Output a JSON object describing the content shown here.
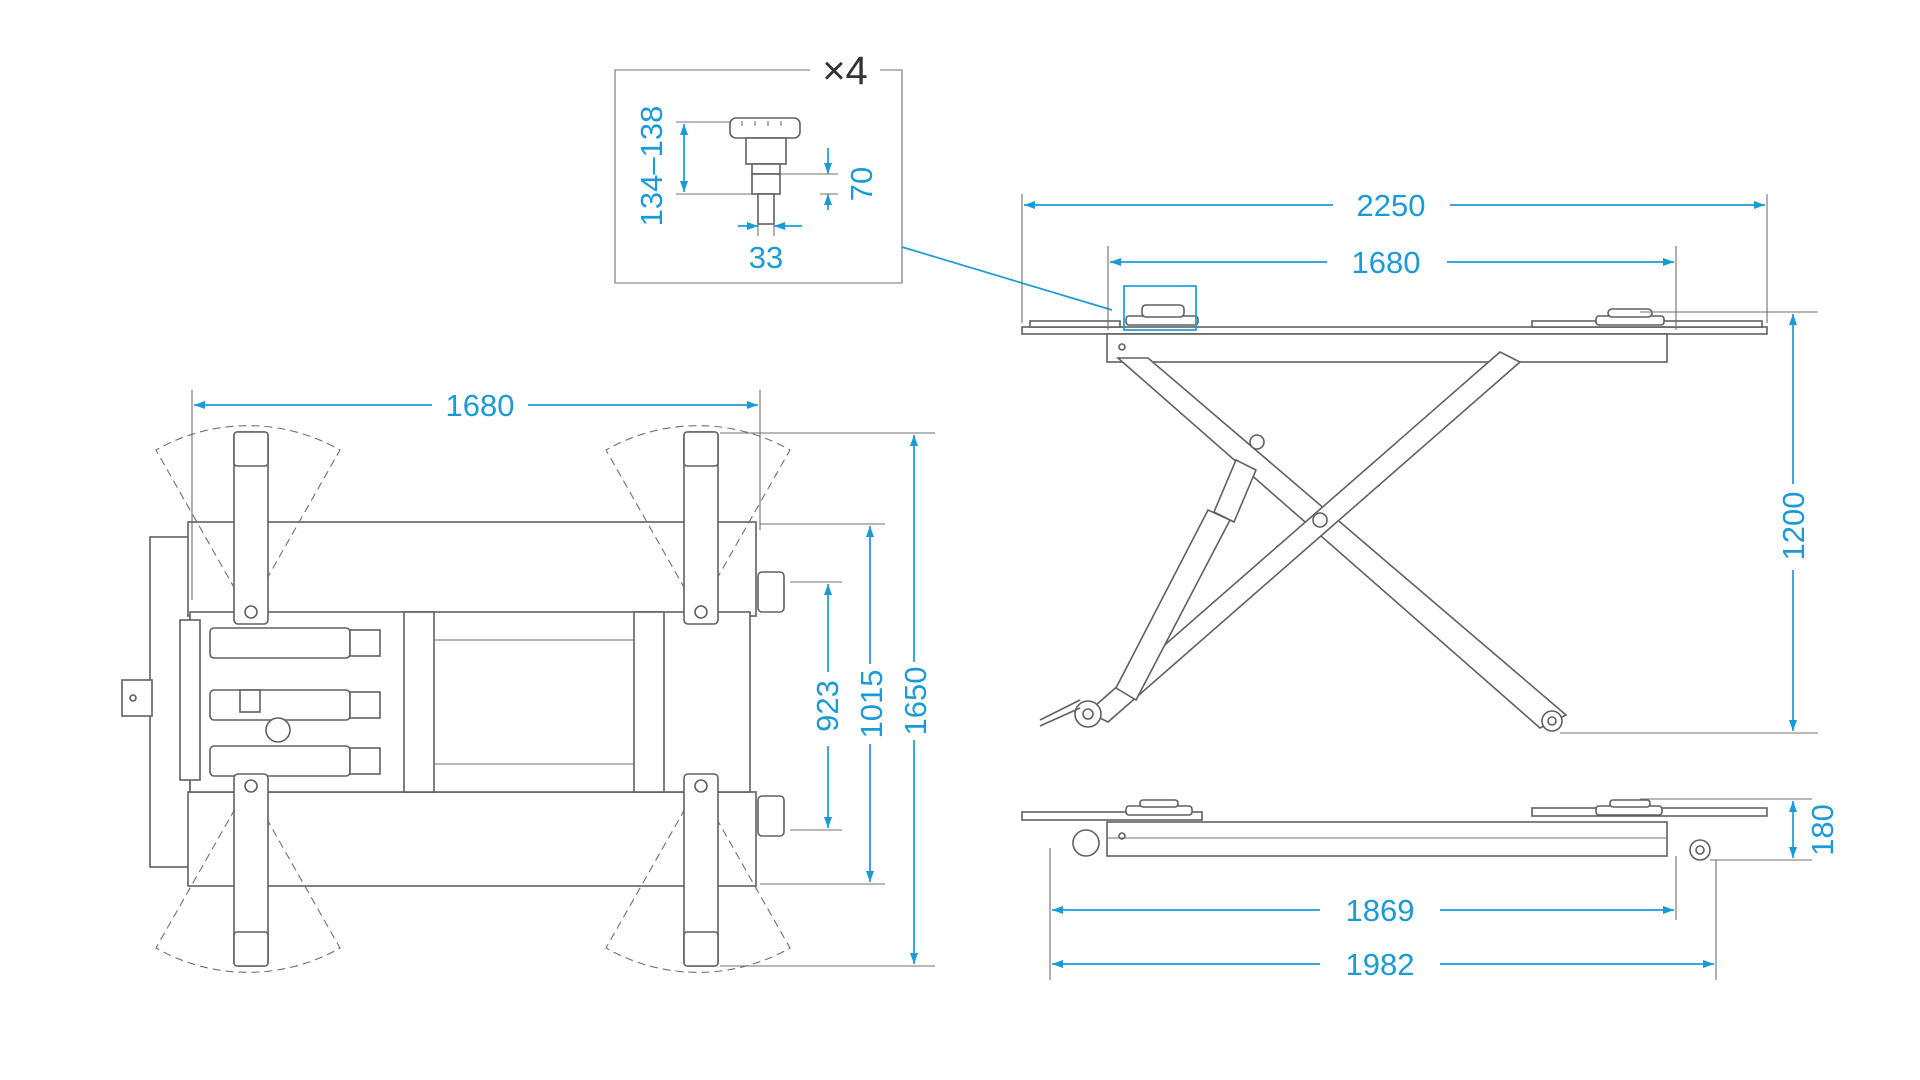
{
  "detail": {
    "quantity": "×4",
    "height_range": "134–138",
    "pin_length": "70",
    "pin_diameter": "33"
  },
  "top_view": {
    "width": "1680",
    "inner_width_1": "923",
    "inner_width_2": "1015",
    "overall_width": "1650"
  },
  "side_view": {
    "overall_length": "2250",
    "pad_span": "1680",
    "max_height": "1200"
  },
  "collapsed_view": {
    "min_height": "180",
    "base_length": "1869",
    "overall_length": "1982"
  },
  "colors": {
    "dimension": "#1a9ad6",
    "line": "#606060"
  }
}
